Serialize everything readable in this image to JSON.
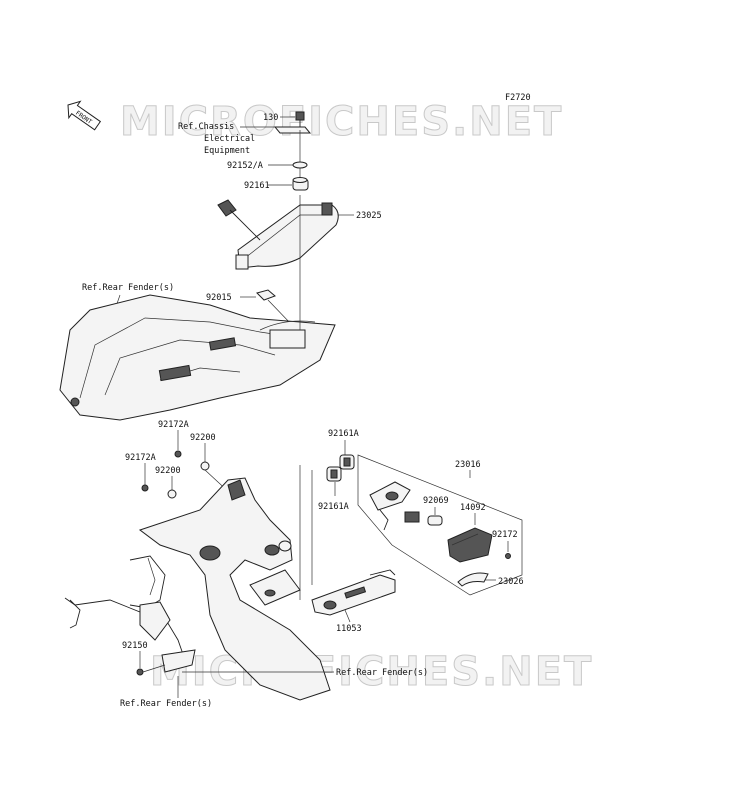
{
  "figure_code": "F2720",
  "front_badge": "FRONT",
  "watermark": "MICROFICHES.NET",
  "references": {
    "chassis": [
      "Ref.Chassis",
      "Electrical",
      "Equipment"
    ],
    "rear_fender": "Ref.Rear Fender(s)"
  },
  "part_numbers": {
    "p130": "130",
    "p92152A": "92152/A",
    "p92161": "92161",
    "p23025": "23025",
    "p92015": "92015",
    "p92172A_1": "92172A",
    "p92200_1": "92200",
    "p92172A_2": "92172A",
    "p92200_2": "92200",
    "p92161A_1": "92161A",
    "p23016": "23016",
    "p92161A_2": "92161A",
    "p92069": "92069",
    "p14092": "14092",
    "p92172": "92172",
    "p23026": "23026",
    "p11053": "11053",
    "p92150": "92150"
  },
  "colors": {
    "line": "#222222",
    "watermark_fill": "#f2f2f2",
    "watermark_stroke": "#c9c9c9"
  }
}
